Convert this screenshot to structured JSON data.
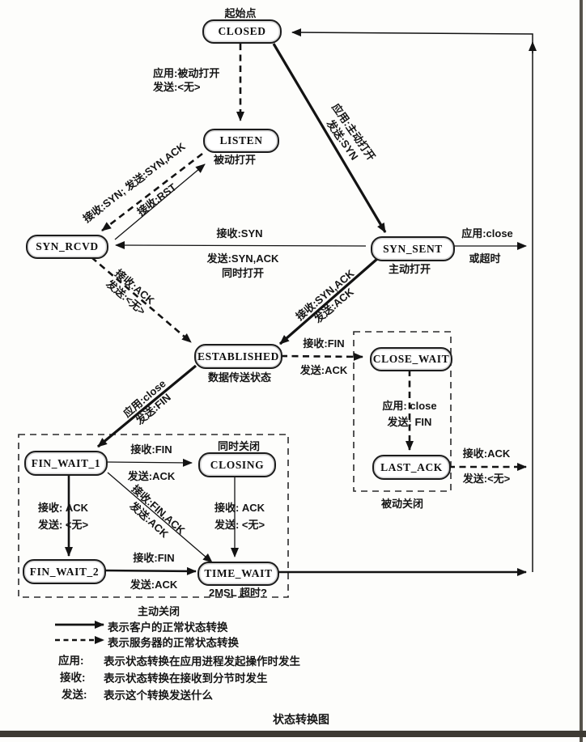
{
  "caption": "状态转换图",
  "start_note": "起始点",
  "nodes": {
    "closed": "CLOSED",
    "listen": "LISTEN",
    "syn_rcvd": "SYN_RCVD",
    "syn_sent": "SYN_SENT",
    "established": "ESTABLISHED",
    "close_wait": "CLOSE_WAIT",
    "last_ack": "LAST_ACK",
    "fin_wait_1": "FIN_WAIT_1",
    "closing": "CLOSING",
    "fin_wait_2": "FIN_WAIT_2",
    "time_wait": "TIME_WAIT"
  },
  "notes": {
    "listen": "被动打开",
    "syn_sent": "主动打开",
    "established": "数据传送状态",
    "closing": "同时关闭",
    "time_wait": "2MSL 超时?"
  },
  "groups": {
    "passive_close": "被动关闭",
    "active_close": "主动关闭"
  },
  "edges": {
    "closed_listen_1": "应用:被动打开",
    "closed_listen_2": "发送:<无>",
    "closed_synsent_1": "应用:主动打开",
    "closed_synsent_2": "发送:SYN",
    "listen_synrcvd": "接收:SYN; 发送:SYN,ACK",
    "synrcvd_listen": "接收:RST",
    "synsent_synrcvd_1": "接收:SYN",
    "synsent_synrcvd_2": "发送:SYN,ACK",
    "synsent_synrcvd_3": "同时打开",
    "synrcvd_est_1": "接收:ACK",
    "synrcvd_est_2": "发送:<无>",
    "synsent_est_1": "接收:SYN,ACK",
    "synsent_est_2": "发送:ACK",
    "est_closewait_1": "接收:FIN",
    "est_closewait_2": "发送:ACK",
    "closewait_lastack_1": "应用: close",
    "closewait_lastack_2": "发送: FIN",
    "lastack_closed_1": "接收:ACK",
    "lastack_closed_2": "发送:<无>",
    "synsent_closed_1": "应用:close",
    "synsent_closed_2": "或超时",
    "est_finwait1_1": "应用:close",
    "est_finwait1_2": "发送:FIN",
    "finwait1_closing_1": "接收:FIN",
    "finwait1_closing_2": "发送:ACK",
    "finwait1_finwait2_1": "接收: ACK",
    "finwait1_finwait2_2": "发送: <无>",
    "finwait1_timewait_1": "接收:FIN,ACK",
    "finwait1_timewait_2": "发送:ACK",
    "closing_timewait_1": "接收: ACK",
    "closing_timewait_2": "发送: <无>",
    "finwait2_timewait_1": "接收:FIN",
    "finwait2_timewait_2": "发送:ACK"
  },
  "legend": {
    "solid_label": "表示客户的正常状态转换",
    "dashed_label": "表示服务器的正常状态转换",
    "rows": [
      {
        "key": "应用:",
        "text": "表示状态转换在应用进程发起操作时发生"
      },
      {
        "key": "接收:",
        "text": "表示状态转换在接收到分节时发生"
      },
      {
        "key": "发送:",
        "text": "表示这个转换发送什么"
      }
    ]
  }
}
